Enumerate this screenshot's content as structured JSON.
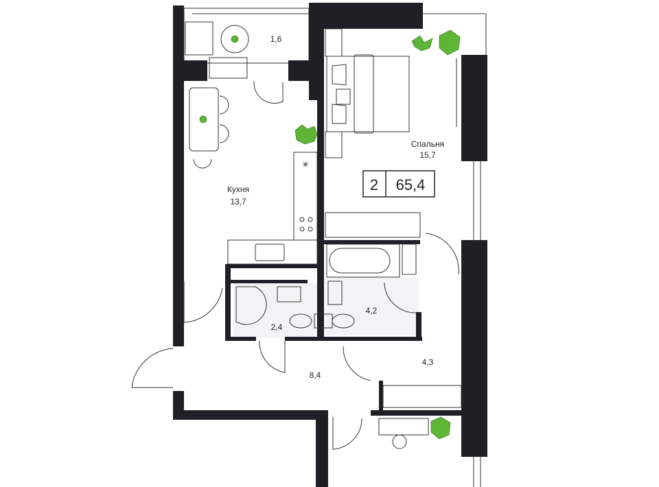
{
  "plan": {
    "rooms": [
      {
        "id": "balcony",
        "area": "1,6"
      },
      {
        "id": "kitchen",
        "name": "Кухня",
        "area": "13,7"
      },
      {
        "id": "bedroom",
        "name": "Спальня",
        "area": "15,7"
      },
      {
        "id": "wc",
        "area": "2,4"
      },
      {
        "id": "bathroom",
        "area": "4,2"
      },
      {
        "id": "hall",
        "area": "8,4"
      },
      {
        "id": "corridor",
        "area": "4,3"
      }
    ],
    "summary": {
      "rooms_count": "2",
      "total_area": "65,4"
    },
    "colors": {
      "wall": "#1f1f26",
      "plant": "#5fb536",
      "tile": "#f3f3f5"
    }
  }
}
